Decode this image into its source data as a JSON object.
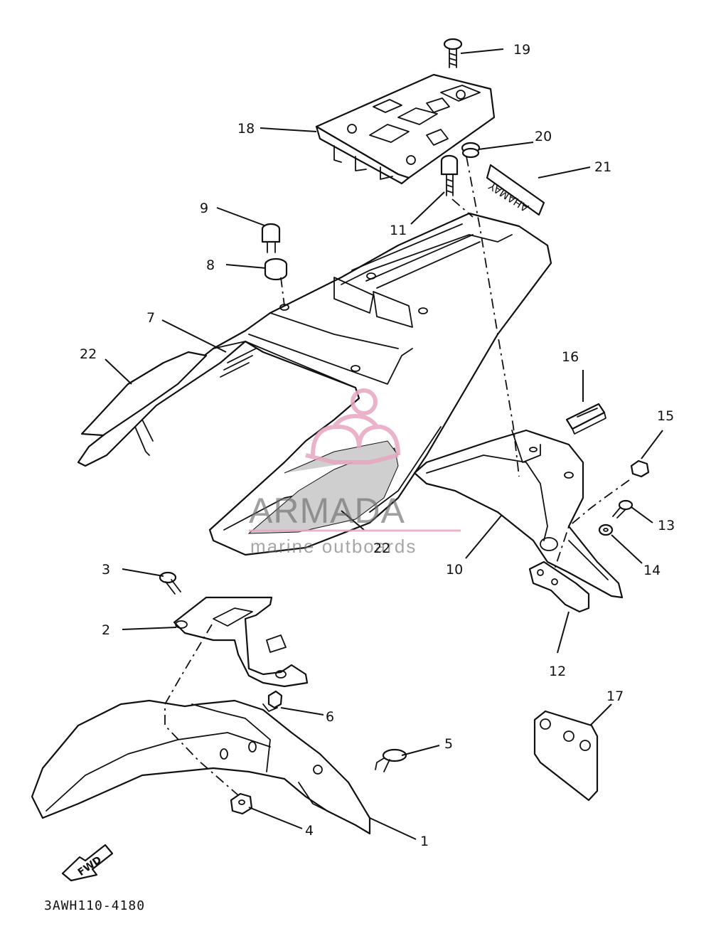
{
  "labels": {
    "p1": "1",
    "p2": "2",
    "p3": "3",
    "p4": "4",
    "p5": "5",
    "p6": "6",
    "p7": "7",
    "p8": "8",
    "p9": "9",
    "p10": "10",
    "p11": "11",
    "p12": "12",
    "p13": "13",
    "p14": "14",
    "p15": "15",
    "p16": "16",
    "p17": "17",
    "p18": "18",
    "p19": "19",
    "p20": "20",
    "p21": "21",
    "p22a": "22",
    "p22b": "22"
  },
  "watermark": {
    "brand": "ARMADA",
    "tagline": "marine outboards",
    "color": "#e8a6c0"
  },
  "fwd_label": "FWD",
  "emblem_text": "YAMAHA",
  "diagram_code": "3AWH110-4180"
}
